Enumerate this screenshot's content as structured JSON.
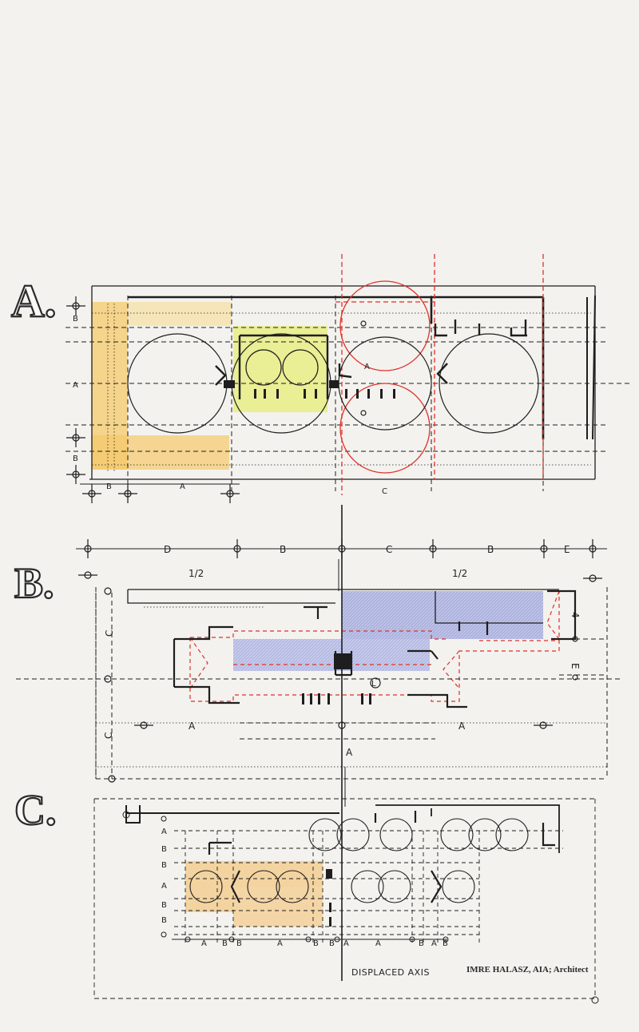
{
  "plans": [
    {
      "letter": "A.",
      "labels": [
        "B",
        "A",
        "B",
        "B",
        "A",
        "C",
        "A"
      ]
    },
    {
      "letter": "B.",
      "labels": [
        "D",
        "B",
        "C",
        "B",
        "E",
        "1/2",
        "1/2",
        "C",
        "C",
        "E",
        "4",
        "A",
        "A",
        "A",
        "L"
      ]
    },
    {
      "letter": "C.",
      "labels": [
        "A",
        "B",
        "B",
        "A",
        "B",
        "B",
        "A",
        "B",
        "B",
        "A",
        "A",
        "A",
        "B",
        "B",
        "B",
        "A",
        "B"
      ]
    }
  ],
  "caption": "DISPLACED AXIS",
  "credit": "IMRE HALASZ, AIA; Architect",
  "colors": {
    "paper": "#f3f2ee",
    "border": "#3f4a62",
    "ink": "#1e1e1e",
    "red": "#e0302a",
    "yellow": "#f2d36a",
    "orange": "#f4b860",
    "lime": "#e8ee7a",
    "blue": "#9aa3d6"
  }
}
